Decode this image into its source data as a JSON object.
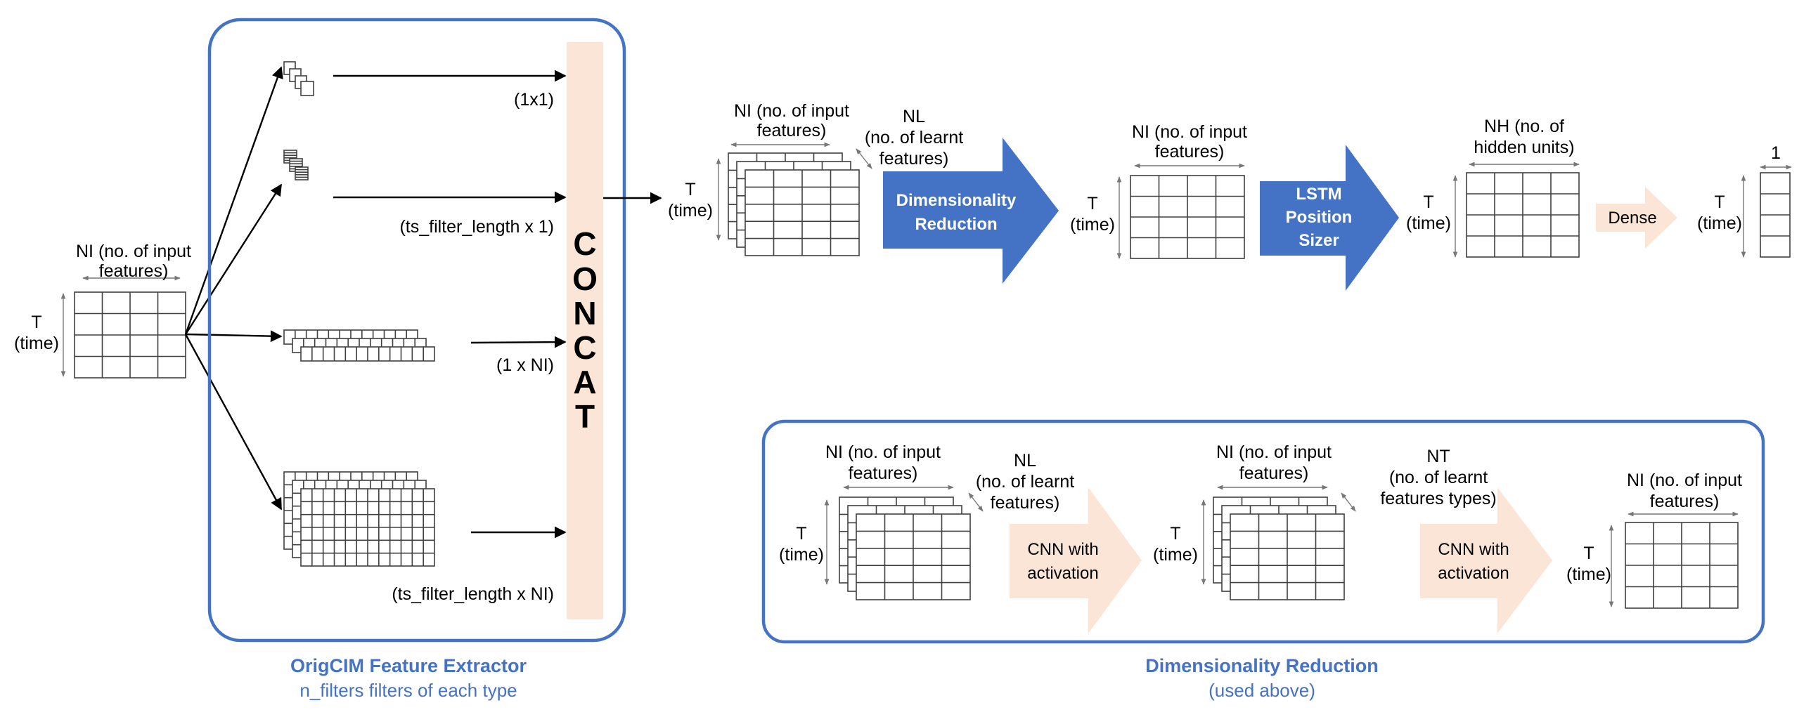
{
  "colors": {
    "accent_blue": "#4472C4",
    "peach": "#FBE5D6",
    "caption_blue": "#4472C4"
  },
  "input": {
    "width_label": "NI (no. of input features)",
    "width_line1": "NI (no. of input",
    "width_line2": "features)",
    "height_line1": "T",
    "height_line2": "(time)"
  },
  "extractor": {
    "filters": [
      {
        "shape": "(1x1)"
      },
      {
        "shape": "(ts_filter_length x 1)"
      },
      {
        "shape": "(1 x NI)"
      },
      {
        "shape": "(ts_filter_length x NI)"
      }
    ],
    "concat_letters": [
      "C",
      "O",
      "N",
      "C",
      "A",
      "T"
    ],
    "caption_title": "OrigCIM Feature Extractor",
    "caption_subtitle": "n_filters filters of each type"
  },
  "pipeline": {
    "stack1": {
      "width_line1": "NI (no. of input",
      "width_line2": "features)",
      "depth_line1": "NL",
      "depth_line2": "(no. of learnt",
      "depth_line3": "features)",
      "height_line1": "T",
      "height_line2": "(time)"
    },
    "dimred_arrow_line1": "Dimensionality",
    "dimred_arrow_line2": "Reduction",
    "grid2": {
      "width_line1": "NI (no. of input",
      "width_line2": "features)",
      "height_line1": "T",
      "height_line2": "(time)"
    },
    "lstm_arrow_line1": "LSTM",
    "lstm_arrow_line2": "Position",
    "lstm_arrow_line3": "Sizer",
    "grid3": {
      "width_line1": "NH (no. of",
      "width_line2": "hidden units)",
      "height_line1": "T",
      "height_line2": "(time)"
    },
    "dense_arrow": "Dense",
    "output": {
      "width": "1",
      "height_line1": "T",
      "height_line2": "(time)"
    }
  },
  "dimred_detail": {
    "stack1": {
      "width_line1": "NI (no. of input",
      "width_line2": "features)",
      "depth_line1": "NL",
      "depth_line2": "(no. of learnt",
      "depth_line3": "features)",
      "height_line1": "T",
      "height_line2": "(time)"
    },
    "cnn1_line1": "CNN with",
    "cnn1_line2": "activation",
    "stack2": {
      "width_line1": "NI (no. of input",
      "width_line2": "features)",
      "depth_line1": "NT",
      "depth_line2": "(no. of learnt",
      "depth_line3": "features types)",
      "height_line1": "T",
      "height_line2": "(time)"
    },
    "cnn2_line1": "CNN with",
    "cnn2_line2": "activation",
    "grid_out": {
      "width_line1": "NI (no. of input",
      "width_line2": "features)",
      "height_line1": "T",
      "height_line2": "(time)"
    },
    "caption_title": "Dimensionality Reduction",
    "caption_subtitle": "(used above)"
  }
}
